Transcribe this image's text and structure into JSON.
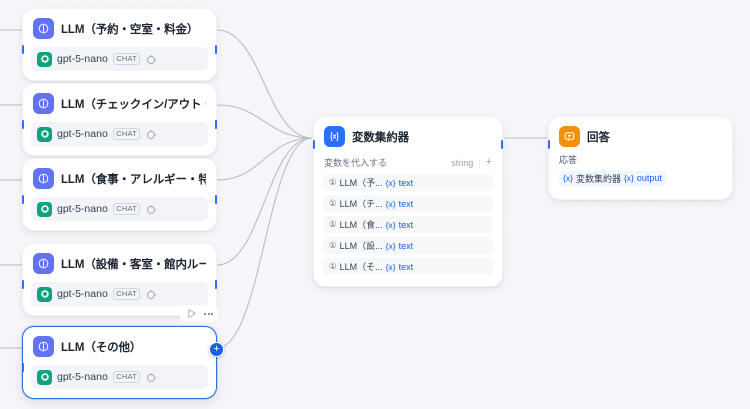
{
  "canvas": {
    "background_color": "#f6f6fa",
    "dot_color": "#e2e2ec"
  },
  "palette": {
    "llm_icon": "#6172f3",
    "aggregator_icon": "#2970ff",
    "answer_icon": "#f79009",
    "model_icon": "#10a37f",
    "port": "#2970ff",
    "selection_border": "#2b6fe0",
    "variable_blue": "#155eef"
  },
  "llm_nodes": [
    {
      "title": "LLM（予約・空室・料金）",
      "model": "gpt-5-nano",
      "badge": "CHAT",
      "selected": false
    },
    {
      "title": "LLM（チェックイン/アウト・送迎・ア",
      "model": "gpt-5-nano",
      "badge": "CHAT",
      "selected": false
    },
    {
      "title": "LLM（食事・アレルギー・特別対応",
      "model": "gpt-5-nano",
      "badge": "CHAT",
      "selected": false
    },
    {
      "title": "LLM（設備・客室・館内ルール）",
      "model": "gpt-5-nano",
      "badge": "CHAT",
      "selected": false
    },
    {
      "title": "LLM（その他）",
      "model": "gpt-5-nano",
      "badge": "CHAT",
      "selected": true
    }
  ],
  "aggregator": {
    "title": "変数集約器",
    "sub_label": "変数を代入する",
    "type": "string",
    "add_label": "+",
    "variables": [
      {
        "source": "LLM（予...",
        "x": "{x}",
        "value": "text"
      },
      {
        "source": "LLM（チ...",
        "x": "{x}",
        "value": "text"
      },
      {
        "source": "LLM（食...",
        "x": "{x}",
        "value": "text"
      },
      {
        "source": "LLM（設...",
        "x": "{x}",
        "value": "text"
      },
      {
        "source": "LLM（そ...",
        "x": "{x}",
        "value": "text"
      }
    ]
  },
  "answer": {
    "title": "回答",
    "label": "応答",
    "chip_prefix": "{x}",
    "chip_source": "変数集約器",
    "chip_x": "{x}",
    "chip_value": "output"
  },
  "toolbar": {
    "run_label": "▷",
    "more_label": "···"
  },
  "selected_node_add_label": "+"
}
